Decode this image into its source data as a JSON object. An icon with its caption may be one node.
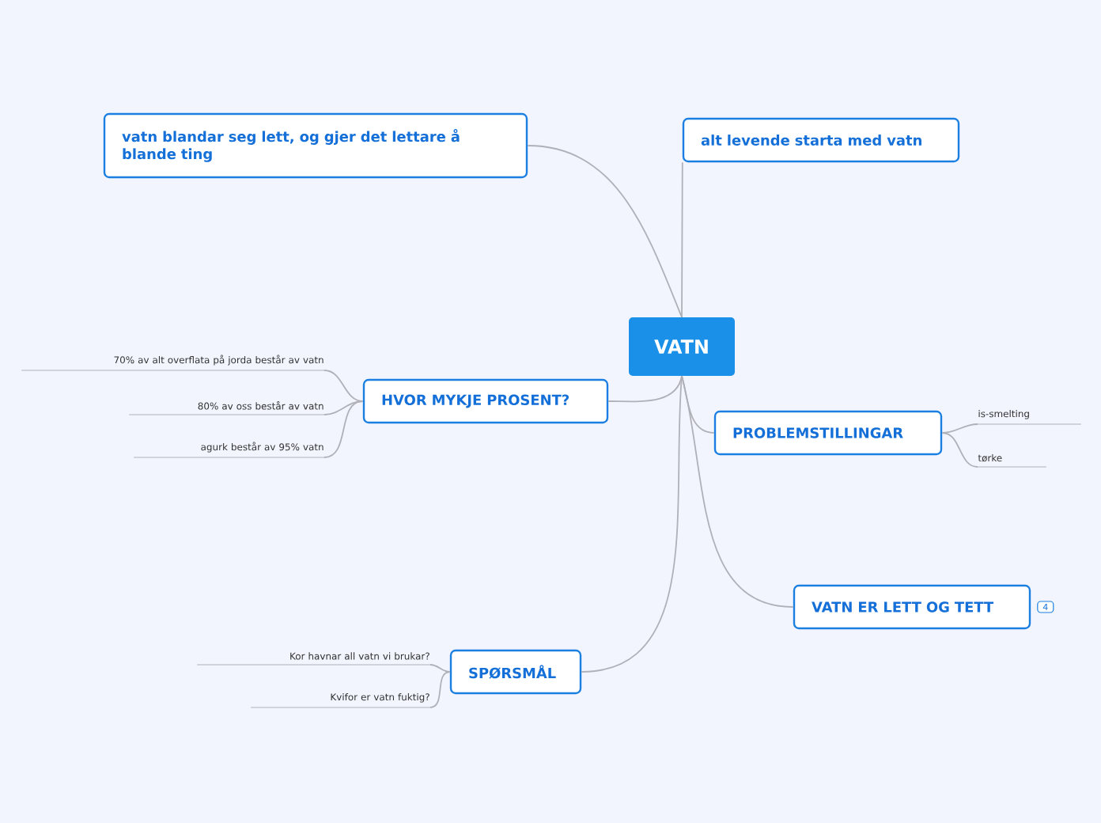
{
  "diagram": {
    "nodes": [
      {
        "text": [
          "VATN"
        ]
      },
      {
        "text": [
          "vatn blandar seg lett, og gjer det lettare å blande ting"
        ]
      },
      {
        "text": [
          "alt levende starta med vatn"
        ]
      },
      {
        "text": [
          "HVOR MYKJE PROSENT?"
        ]
      },
      {
        "text": [
          "PROBLEMSTILLINGAR"
        ]
      },
      {
        "text": [
          "VATN ER LETT OG TETT"
        ],
        "beside": [
          "4"
        ]
      },
      {
        "text": [
          "SPØRSMÅL"
        ]
      },
      {
        "text": [
          "70% av alt overflata på jorda består av vatn"
        ]
      },
      {
        "text": [
          "80% av oss består av vatn"
        ]
      },
      {
        "text": [
          "agurk består av 95% vatn"
        ]
      },
      {
        "text": [
          "is-smelting"
        ]
      },
      {
        "text": [
          "tørke"
        ]
      },
      {
        "text": [
          "Kor havnar all vatn vi brukar?"
        ]
      },
      {
        "text": [
          "Kvifor er vatn fuktig?"
        ]
      }
    ],
    "edges": [
      {
        "from": 0,
        "to": 1,
        "arrow": "none"
      },
      {
        "from": 0,
        "to": 2,
        "arrow": "none"
      },
      {
        "from": 0,
        "to": 3,
        "arrow": "none"
      },
      {
        "from": 0,
        "to": 4,
        "arrow": "none"
      },
      {
        "from": 0,
        "to": 5,
        "arrow": "none"
      },
      {
        "from": 0,
        "to": 6,
        "arrow": "none"
      },
      {
        "from": 3,
        "to": 7,
        "arrow": "none"
      },
      {
        "from": 3,
        "to": 8,
        "arrow": "none"
      },
      {
        "from": 3,
        "to": 9,
        "arrow": "none"
      },
      {
        "from": 4,
        "to": 10,
        "arrow": "none"
      },
      {
        "from": 4,
        "to": 11,
        "arrow": "none"
      },
      {
        "from": 6,
        "to": 12,
        "arrow": "none"
      },
      {
        "from": 6,
        "to": 13,
        "arrow": "none"
      }
    ]
  }
}
